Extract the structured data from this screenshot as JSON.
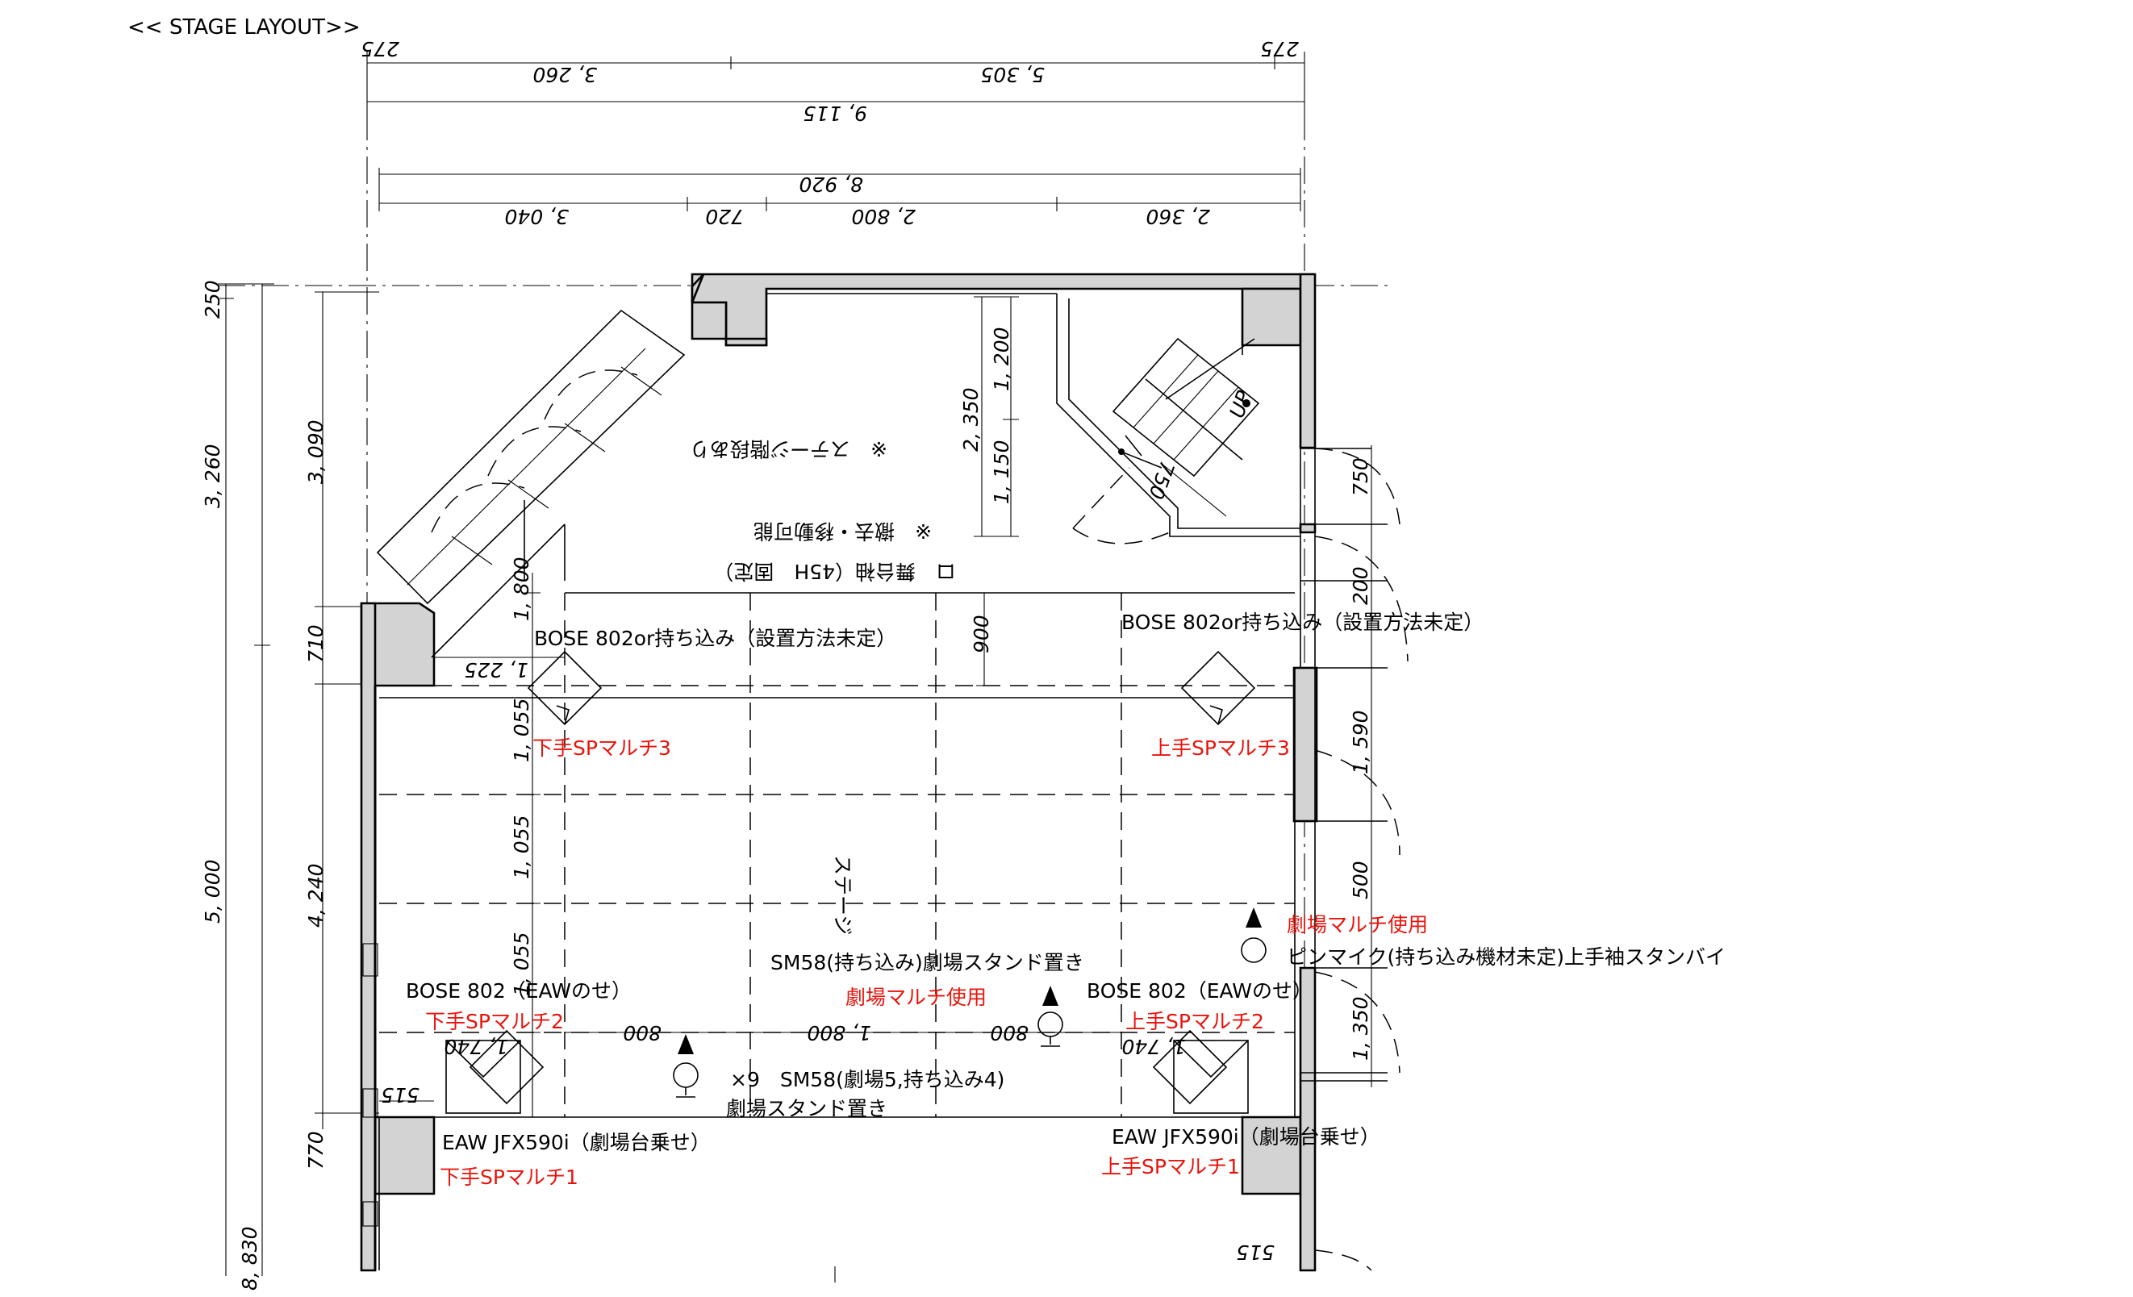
{
  "title": "<< STAGE LAYOUT>>",
  "dimensions": {
    "top_left_275": "275",
    "top_3260": "3, 260",
    "top_5305": "5, 305",
    "top_right_275": "275",
    "total_9115": "9, 115",
    "total_8920": "8, 920",
    "seg_3040": "3, 040",
    "seg_720": "720",
    "seg_2800": "2, 800",
    "seg_2360": "2, 360",
    "left_250": "250",
    "left_3260": "3, 260",
    "left_5000": "5, 000",
    "left_8830": "8, 830",
    "left_3090": "3, 090",
    "left_710": "710",
    "left_4240": "4, 240",
    "left_770": "770",
    "in_1800": "1, 800",
    "in_1225": "1, 225",
    "in_1055a": "1, 055",
    "in_1055b": "1, 055",
    "in_1055c": "1, 055",
    "stair_1200": "1, 200",
    "stair_2350": "2, 350",
    "stair_1150": "1, 150",
    "stair_750": "750",
    "in_900": "900",
    "bottom_800a": "800",
    "bottom_1800": "1, 800",
    "bottom_800b": "800",
    "bottom_1740a": "1, 740",
    "bottom_1740b": "1, 740",
    "left_515": "515",
    "right_515": "515",
    "right_750": "750",
    "right_200": "200",
    "right_1590": "1, 590",
    "right_500": "500",
    "right_1350": "1, 350",
    "up": "UP"
  },
  "notes": {
    "note1": "※　ステージ階段あり",
    "note2": "※　撤去・移動可能",
    "note3": "ロ　舞台袖（45H　固定）",
    "stage": "ステージ"
  },
  "labels": {
    "bose_left_top": "BOSE 802or持ち込み（設置方法未定）",
    "sp_left_3": "下手SPマルチ3",
    "bose_right_top": "BOSE 802or持ち込み（設置方法未定）",
    "sp_right_3": "上手SPマルチ3",
    "theatre_multi_right": "劇場マルチ使用",
    "pin_mic": "ピンマイク(持ち込み機材未定)上手袖スタンバイ",
    "sm58_center": "SM58(持ち込み)劇場スタンド置き",
    "theatre_multi_center": "劇場マルチ使用",
    "bose_left_bottom": "BOSE 802（EAWのせ）",
    "sp_left_2": "下手SPマルチ2",
    "bose_right_bottom": "BOSE 802（EAWのせ）",
    "sp_right_2": "上手SPマルチ2",
    "sm58_x9": "×9　SM58(劇場5,持ち込み4)",
    "sm58_stand": "劇場スタンド置き",
    "eaw_left": "EAW JFX590i（劇場台乗せ）",
    "sp_left_1": "下手SPマルチ1",
    "eaw_right": "EAW JFX590i（劇場台乗せ）",
    "sp_right_1": "上手SPマルチ1"
  },
  "colors": {
    "red_label": "#e8140c",
    "wall_fill": "#d3d3d3",
    "line": "#000000"
  }
}
